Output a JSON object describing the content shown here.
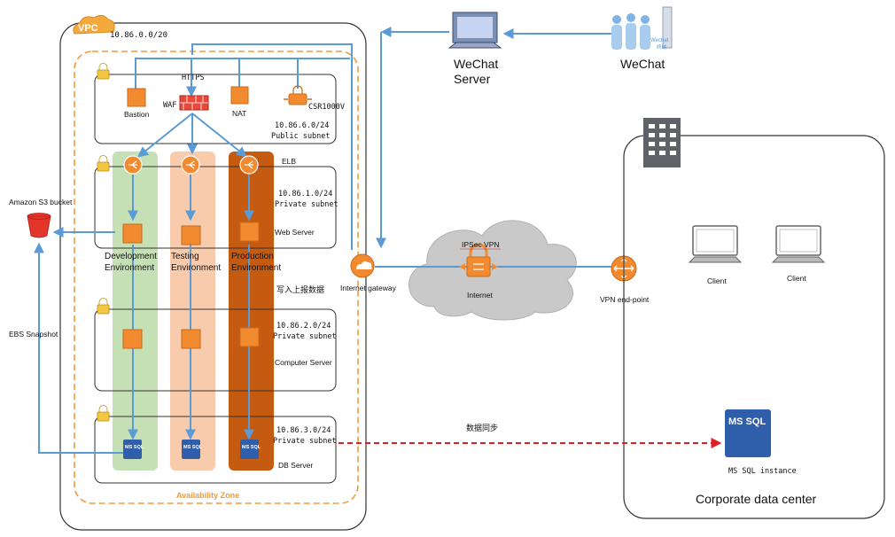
{
  "colors": {
    "line_blue": "#5b9bd5",
    "orange": "#f28a30",
    "dark_orange": "#c6581a",
    "az_dash": "#f29b38",
    "green_band": "#c5e0b4",
    "peach_band": "#f8cbad",
    "brown_band": "#c55a11",
    "sql_blue": "#2f5faa",
    "red_dash": "#e02020",
    "cloud_gray": "#c9c9c9",
    "s3_red": "#e2352b"
  },
  "vpc": {
    "badge": "VPC",
    "cidr": "10.86.0.0/20"
  },
  "availability_zone": "Availability Zone",
  "public_subnet": {
    "cidr": "10.86.6.0/24",
    "name": "Public subnet",
    "https": "HTTPS",
    "bastion": "Bastion",
    "waf": "WAF",
    "nat": "NAT",
    "csr": "CSR1000V"
  },
  "web_subnet": {
    "elb": "ELB",
    "cidr": "10.86.1.0/24",
    "name": "Private subnet",
    "server": "Web Server"
  },
  "write_note": "写入上报数据",
  "compute_subnet": {
    "cidr": "10.86.2.0/24",
    "name": "Private subnet",
    "server": "Computer Server"
  },
  "db_subnet": {
    "cidr": "10.86.3.0/24",
    "name": "Private subnet",
    "server": "DB Server",
    "mssql": "MS SQL"
  },
  "environments": {
    "dev": [
      "Development",
      "Environment"
    ],
    "test": [
      "Testing",
      "Environment"
    ],
    "prod": [
      "Production",
      "Environment"
    ]
  },
  "s3": "Amazon S3 bucket",
  "ebs": "EBS Snapshot",
  "igw": "Internet gateway",
  "wechat_server": [
    "WeChat",
    "Server"
  ],
  "wechat_user": "WeChat",
  "wechat_logo_text": "Wechat",
  "wechat_logo_sub": "终端",
  "cloud": {
    "vpn": "IPSec VPN",
    "internet": "Internet"
  },
  "vpn_endpoint": "VPN end-point",
  "data_sync": "数据同步",
  "datacenter": {
    "name": "Corporate data center",
    "client1": "Client",
    "client2": "Client",
    "mssql_badge": "MS SQL",
    "mssql_instance": "MS SQL instance"
  }
}
